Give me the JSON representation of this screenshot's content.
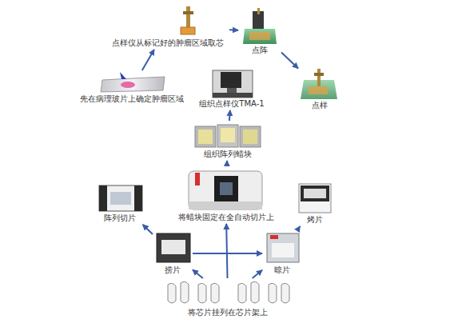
{
  "diagram": {
    "nodes": [
      {
        "text": [
          "点样仪从标记好的肿瘤区域取芯"
        ]
      },
      {
        "text": [
          "点阵"
        ]
      },
      {
        "text": [
          "先在病理玻片上确定肿瘤区域"
        ]
      },
      {
        "text": [
          "组织点样仪TMA-1"
        ]
      },
      {
        "text": [
          "点样"
        ]
      },
      {
        "text": [
          "组织阵列蜡块"
        ]
      },
      {
        "text": [
          "将蜡块固定在全自动切片上"
        ]
      },
      {
        "text": [
          "阵列切片"
        ]
      },
      {
        "text": [
          "烤片"
        ]
      },
      {
        "text": [
          "捞片"
        ]
      },
      {
        "text": [
          "晾片"
        ]
      },
      {
        "text": [
          "将芯片挂列在芯片架上"
        ]
      }
    ],
    "edges": [
      {
        "from": 2,
        "to": 0,
        "arrow": "to"
      },
      {
        "from": 0,
        "to": 1,
        "arrow": "to"
      },
      {
        "from": 1,
        "to": 4,
        "arrow": "to"
      },
      {
        "from": 5,
        "to": 3,
        "arrow": "to"
      },
      {
        "from": 6,
        "to": 5,
        "arrow": "to"
      },
      {
        "from": 11,
        "to": 6,
        "arrow": "to"
      },
      {
        "from": 9,
        "to": 7,
        "arrow": "to"
      },
      {
        "from": 9,
        "to": 10,
        "arrow": "to"
      },
      {
        "from": 10,
        "to": 8,
        "arrow": "to"
      },
      {
        "from": 11,
        "to": 9,
        "arrow": "to"
      },
      {
        "from": 11,
        "to": 10,
        "arrow": "to"
      }
    ]
  }
}
